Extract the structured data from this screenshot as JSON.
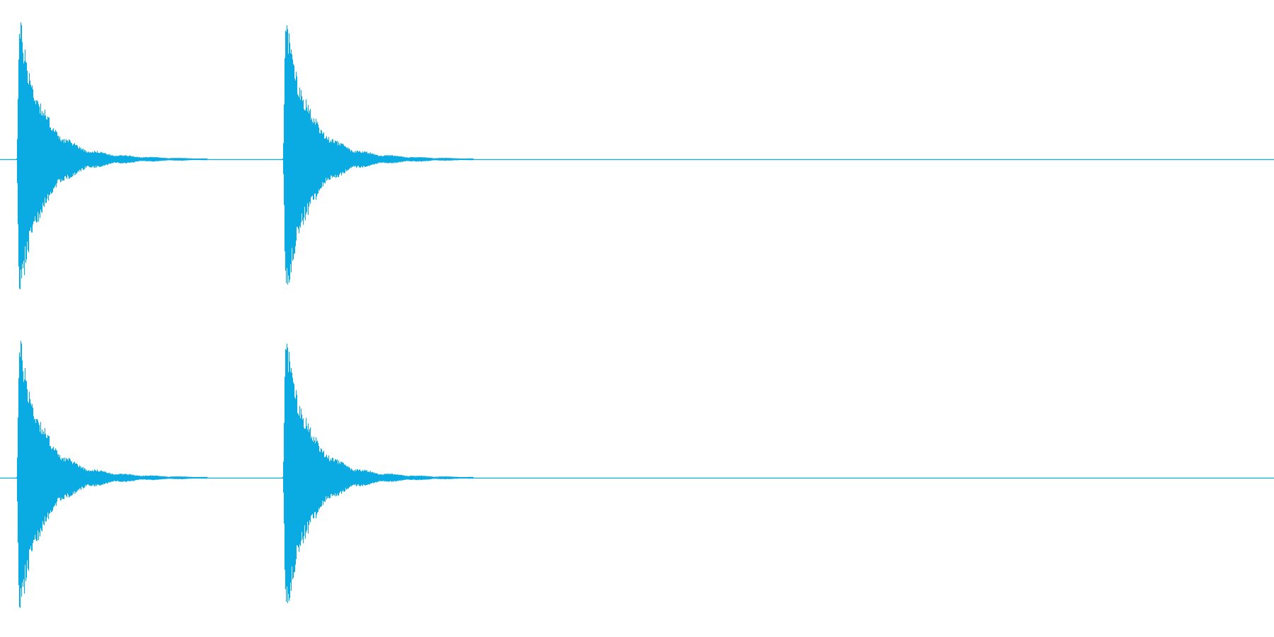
{
  "waveform": {
    "color": "#0aabe3",
    "channels": [
      {
        "channel": 1
      },
      {
        "channel": 2
      }
    ],
    "hits": [
      {
        "onset": 0.013,
        "decay_end": 0.162
      },
      {
        "onset": 0.222,
        "decay_end": 0.371
      }
    ]
  }
}
